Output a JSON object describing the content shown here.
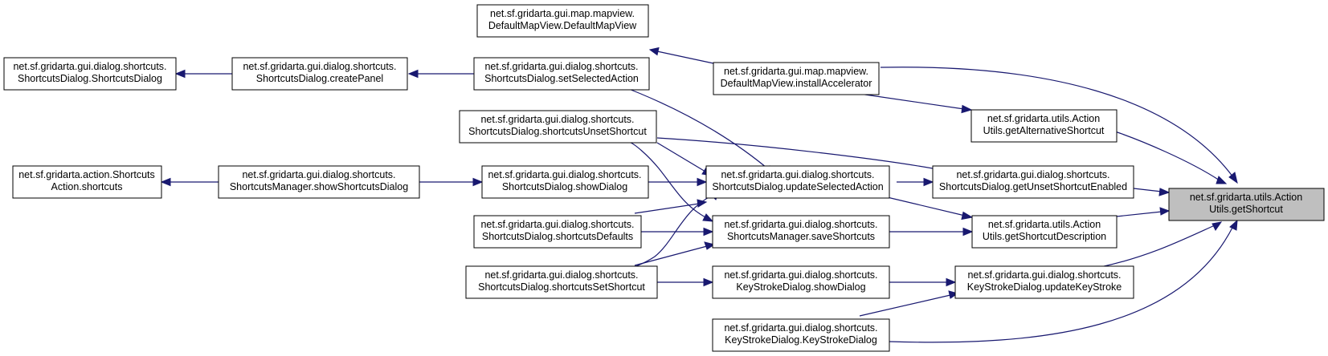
{
  "nodes": {
    "ss_dlg_ctor": {
      "line1": "net.sf.gridarta.gui.dialog.shortcuts.",
      "line2": "ShortcutsDialog.ShortcutsDialog"
    },
    "ss_create_panel": {
      "line1": "net.sf.gridarta.gui.dialog.shortcuts.",
      "line2": "ShortcutsDialog.createPanel"
    },
    "ss_set_selected": {
      "line1": "net.sf.gridarta.gui.dialog.shortcuts.",
      "line2": "ShortcutsDialog.setSelectedAction"
    },
    "map_ctor": {
      "line1": "net.sf.gridarta.gui.map.mapview.",
      "line2": "DefaultMapView.DefaultMapView"
    },
    "map_install": {
      "line1": "net.sf.gridarta.gui.map.mapview.",
      "line2": "DefaultMapView.installAccelerator"
    },
    "ss_unset": {
      "line1": "net.sf.gridarta.gui.dialog.shortcuts.",
      "line2": "ShortcutsDialog.shortcutsUnsetShortcut"
    },
    "au_alt": {
      "line1": "net.sf.gridarta.utils.Action",
      "line2": "Utils.getAlternativeShortcut"
    },
    "action_shortcuts": {
      "line1": "net.sf.gridarta.action.Shortcuts",
      "line2": "Action.shortcuts"
    },
    "sm_show": {
      "line1": "net.sf.gridarta.gui.dialog.shortcuts.",
      "line2": "ShortcutsManager.showShortcutsDialog"
    },
    "ss_show": {
      "line1": "net.sf.gridarta.gui.dialog.shortcuts.",
      "line2": "ShortcutsDialog.showDialog"
    },
    "ss_update": {
      "line1": "net.sf.gridarta.gui.dialog.shortcuts.",
      "line2": "ShortcutsDialog.updateSelectedAction"
    },
    "ss_get_unset": {
      "line1": "net.sf.gridarta.gui.dialog.shortcuts.",
      "line2": "ShortcutsDialog.getUnsetShortcutEnabled"
    },
    "root": {
      "line1": "net.sf.gridarta.utils.Action",
      "line2": "Utils.getShortcut"
    },
    "ss_defaults": {
      "line1": "net.sf.gridarta.gui.dialog.shortcuts.",
      "line2": "ShortcutsDialog.shortcutsDefaults"
    },
    "sm_save": {
      "line1": "net.sf.gridarta.gui.dialog.shortcuts.",
      "line2": "ShortcutsManager.saveShortcuts"
    },
    "au_desc": {
      "line1": "net.sf.gridarta.utils.Action",
      "line2": "Utils.getShortcutDescription"
    },
    "ss_setsc": {
      "line1": "net.sf.gridarta.gui.dialog.shortcuts.",
      "line2": "ShortcutsDialog.shortcutsSetShortcut"
    },
    "ks_show": {
      "line1": "net.sf.gridarta.gui.dialog.shortcuts.",
      "line2": "KeyStrokeDialog.showDialog"
    },
    "ks_update": {
      "line1": "net.sf.gridarta.gui.dialog.shortcuts.",
      "line2": "KeyStrokeDialog.updateKeyStroke"
    },
    "ks_ctor": {
      "line1": "net.sf.gridarta.gui.dialog.shortcuts.",
      "line2": "KeyStrokeDialog.KeyStrokeDialog"
    }
  },
  "colors": {
    "edge": "#191970",
    "node_fill": "#ffffff",
    "root_fill": "#bfbfbf",
    "border": "#000000"
  }
}
